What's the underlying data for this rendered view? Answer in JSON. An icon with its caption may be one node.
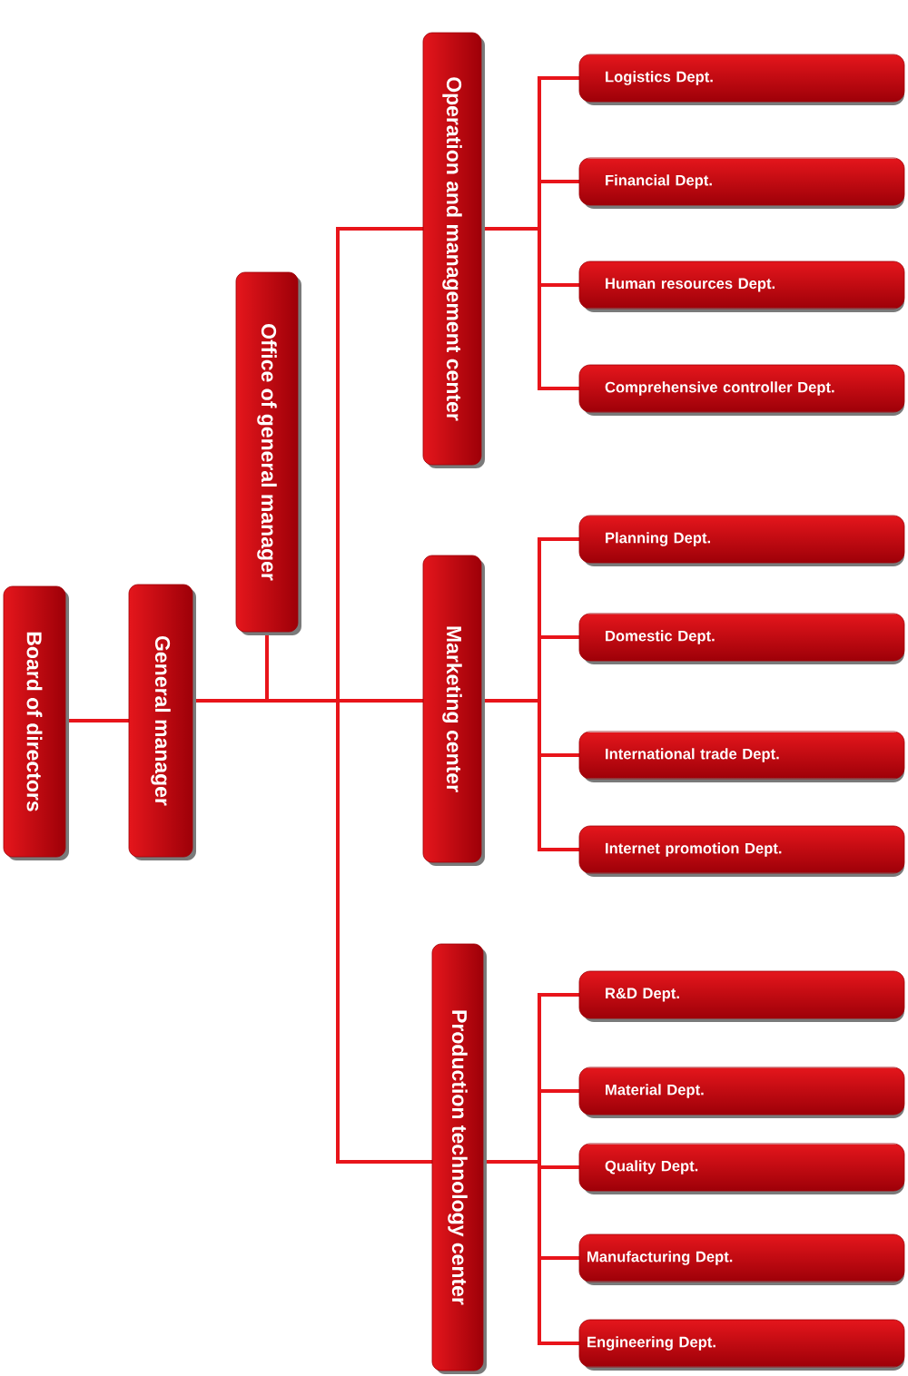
{
  "diagram": {
    "nodes": [
      {
        "text": [
          "Board of directors"
        ]
      },
      {
        "text": [
          "General manager"
        ]
      },
      {
        "text": [
          "Office of general manager"
        ]
      },
      {
        "text": [
          "Operation and management center"
        ]
      },
      {
        "text": [
          "Logistics Dept."
        ]
      },
      {
        "text": [
          "Financial Dept."
        ]
      },
      {
        "text": [
          "Human resources Dept."
        ]
      },
      {
        "text": [
          "Comprehensive controller Dept."
        ]
      },
      {
        "text": [
          "Marketing center"
        ]
      },
      {
        "text": [
          "Planning Dept."
        ]
      },
      {
        "text": [
          "Domestic Dept."
        ]
      },
      {
        "text": [
          "International trade Dept."
        ]
      },
      {
        "text": [
          "Internet promotion Dept."
        ]
      },
      {
        "text": [
          "Production technology center"
        ]
      },
      {
        "text": [
          "R&D Dept."
        ]
      },
      {
        "text": [
          "Material Dept."
        ]
      },
      {
        "text": [
          "Quality Dept."
        ]
      },
      {
        "text": [
          "Manufacturing Dept."
        ]
      },
      {
        "text": [
          "Engineering Dept."
        ]
      }
    ],
    "edges": [
      {
        "from": 0,
        "to": 1,
        "arrow": "none"
      },
      {
        "from": 1,
        "to": 2,
        "arrow": "none"
      },
      {
        "from": 1,
        "to": 3,
        "arrow": "none"
      },
      {
        "from": 1,
        "to": 8,
        "arrow": "none"
      },
      {
        "from": 1,
        "to": 13,
        "arrow": "none"
      },
      {
        "from": 3,
        "to": 4,
        "arrow": "none"
      },
      {
        "from": 3,
        "to": 5,
        "arrow": "none"
      },
      {
        "from": 3,
        "to": 6,
        "arrow": "none"
      },
      {
        "from": 3,
        "to": 7,
        "arrow": "none"
      },
      {
        "from": 8,
        "to": 9,
        "arrow": "none"
      },
      {
        "from": 8,
        "to": 10,
        "arrow": "none"
      },
      {
        "from": 8,
        "to": 11,
        "arrow": "none"
      },
      {
        "from": 8,
        "to": 12,
        "arrow": "none"
      },
      {
        "from": 13,
        "to": 14,
        "arrow": "none"
      },
      {
        "from": 13,
        "to": 15,
        "arrow": "none"
      },
      {
        "from": 13,
        "to": 16,
        "arrow": "none"
      },
      {
        "from": 13,
        "to": 17,
        "arrow": "none"
      },
      {
        "from": 13,
        "to": 18,
        "arrow": "none"
      }
    ]
  }
}
